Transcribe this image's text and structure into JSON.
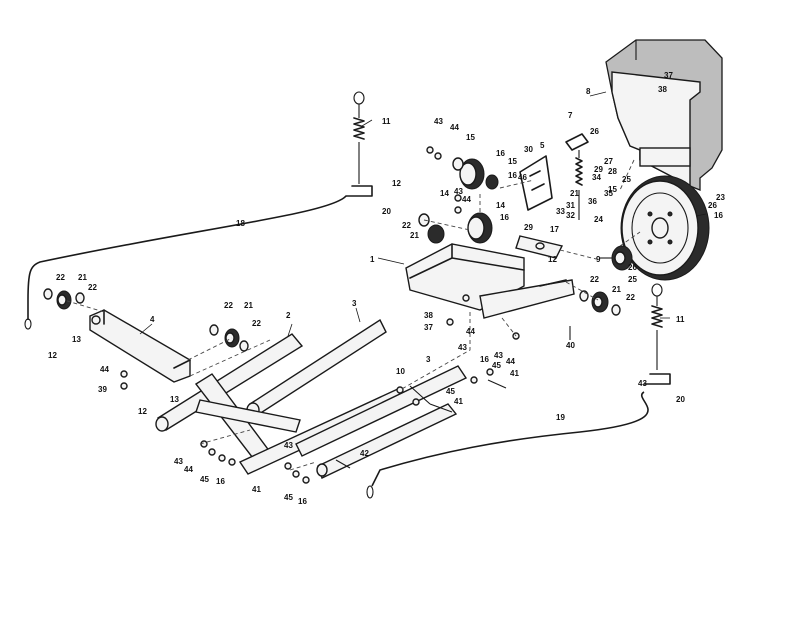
{
  "callouts": {
    "c1a": "1",
    "c2": "2",
    "c3a": "3",
    "c3b": "3",
    "c4": "4",
    "c5": "5",
    "c7": "7",
    "c8": "8",
    "c9": "9",
    "c10": "10",
    "c11a": "11",
    "c11b": "11",
    "c12a": "12",
    "c12b": "12",
    "c12c": "12",
    "c12d": "12",
    "c13a": "13",
    "c13b": "13",
    "c14a": "14",
    "c14b": "14",
    "c15a": "15",
    "c15b": "15",
    "c15c": "15",
    "c16a": "16",
    "c16b": "16",
    "c16c": "16",
    "c16d": "16",
    "c16e": "16",
    "c16f": "16",
    "c16g": "16",
    "c17": "17",
    "c18": "18",
    "c19": "19",
    "c20a": "20",
    "c20b": "20",
    "c21a": "21",
    "c21b": "21",
    "c21c": "21",
    "c21d": "21",
    "c21e": "21",
    "c22a": "22",
    "c22b": "22",
    "c22c": "22",
    "c22d": "22",
    "c22e": "22",
    "c22f": "22",
    "c22g": "22",
    "c23": "23",
    "c24": "24",
    "c25a": "25",
    "c25b": "25",
    "c26a": "26",
    "c26b": "26",
    "c26c": "26",
    "c27": "27",
    "c28": "28",
    "c29a": "29",
    "c29b": "29",
    "c30": "30",
    "c31": "31",
    "c32": "32",
    "c33": "33",
    "c34": "34",
    "c35": "35",
    "c36": "36",
    "c37a": "37",
    "c37b": "37",
    "c38a": "38",
    "c38b": "38",
    "c39": "39",
    "c40": "40",
    "c41a": "41",
    "c41b": "41",
    "c41c": "41",
    "c42": "42",
    "c43a": "43",
    "c43b": "43",
    "c43c": "43",
    "c43d": "43",
    "c43e": "43",
    "c43f": "43",
    "c43g": "43",
    "c44a": "44",
    "c44b": "44",
    "c44c": "44",
    "c44d": "44",
    "c44e": "44",
    "c44f": "44",
    "c45a": "45",
    "c45b": "45",
    "c45c": "45",
    "c45d": "45",
    "c46": "46"
  },
  "colors": {
    "ink": "#1a1a1a",
    "paper": "#ffffff"
  }
}
